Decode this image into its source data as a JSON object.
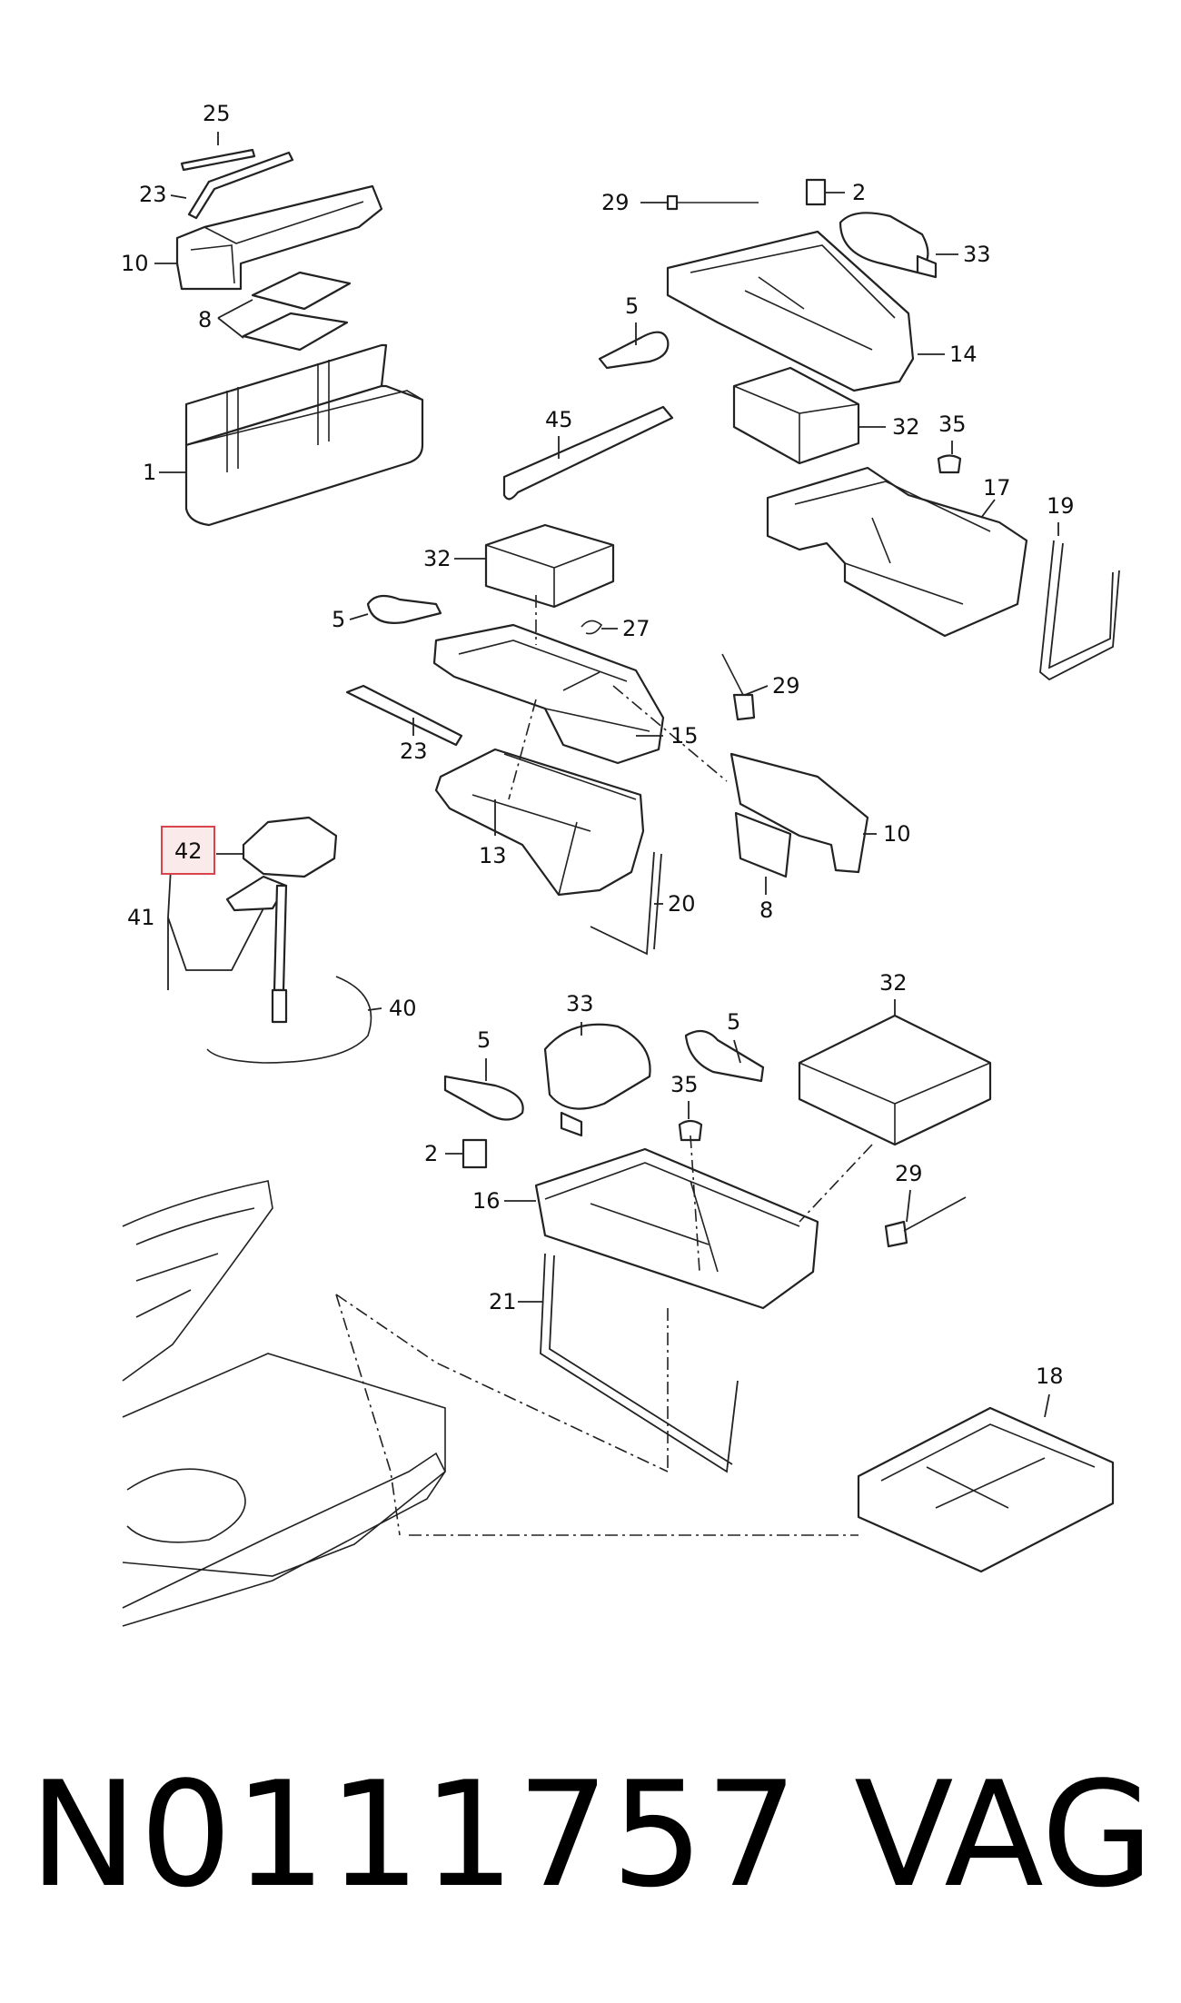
{
  "diagram": {
    "callouts": {
      "c25": "25",
      "c23a": "23",
      "c10a": "10",
      "c8a": "8",
      "c1": "1",
      "c29a": "29",
      "c2a": "2",
      "c33a": "33",
      "c14": "14",
      "c5a": "5",
      "c32a": "32",
      "c45": "45",
      "c35a": "35",
      "c17": "17",
      "c19": "19",
      "c32b": "32",
      "c5b": "5",
      "c27": "27",
      "c29b": "29",
      "c15": "15",
      "c23b": "23",
      "c13": "13",
      "c10b": "10",
      "c8b": "8",
      "c20": "20",
      "c42": "42",
      "c41": "41",
      "c40": "40",
      "c33b": "33",
      "c5c": "5",
      "c5d": "5",
      "c32c": "32",
      "c35b": "35",
      "c2b": "2",
      "c16": "16",
      "c29c": "29",
      "c21": "21",
      "c18": "18"
    },
    "highlight_color": "#d9444a"
  },
  "footer": {
    "part_number": "N0111757",
    "brand": "VAG"
  }
}
